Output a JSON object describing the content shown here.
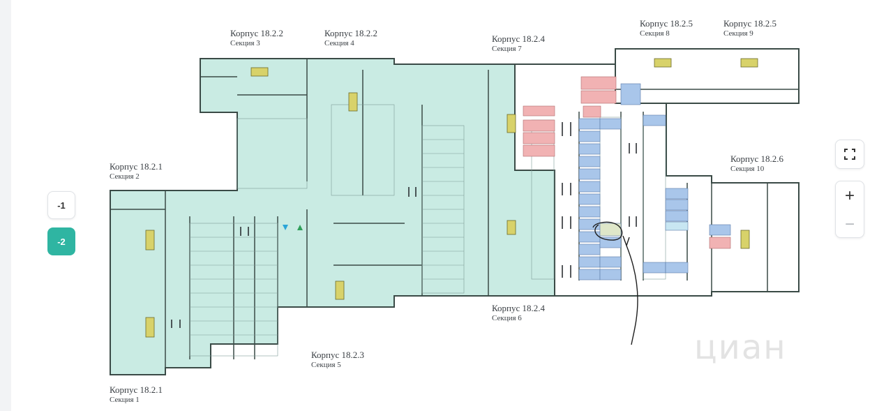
{
  "floor_selector": {
    "floors": [
      {
        "label": "-1",
        "active": false
      },
      {
        "label": "-2",
        "active": true
      }
    ],
    "active_color": "#2fb5a2"
  },
  "map_controls": {
    "fullscreen_icon": "fullscreen-icon",
    "zoom_in": "+",
    "zoom_out": "−"
  },
  "sections": [
    {
      "building": "Корпус 18.2.2",
      "section": "Секция 3"
    },
    {
      "building": "Корпус 18.2.2",
      "section": "Секция 4"
    },
    {
      "building": "Корпус 18.2.4",
      "section": "Секция 7"
    },
    {
      "building": "Корпус 18.2.5",
      "section": "Секция 8"
    },
    {
      "building": "Корпус 18.2.5",
      "section": "Секция 9"
    },
    {
      "building": "Корпус 18.2.1",
      "section": "Секция 2"
    },
    {
      "building": "Корпус 18.2.6",
      "section": "Секция 10"
    },
    {
      "building": "Корпус 18.2.4",
      "section": "Секция 6"
    },
    {
      "building": "Корпус 18.2.3",
      "section": "Секция 5"
    },
    {
      "building": "Корпус 18.2.1",
      "section": "Секция 1"
    }
  ],
  "watermark": "циан",
  "colors": {
    "plan_fill": "#c9ebe3",
    "wall": "#3a4a46",
    "spot_blue": "#a9c6ea",
    "spot_pink": "#f1b2b3",
    "core_yellow": "#d8d26a",
    "white_zone": "#ffffff"
  }
}
